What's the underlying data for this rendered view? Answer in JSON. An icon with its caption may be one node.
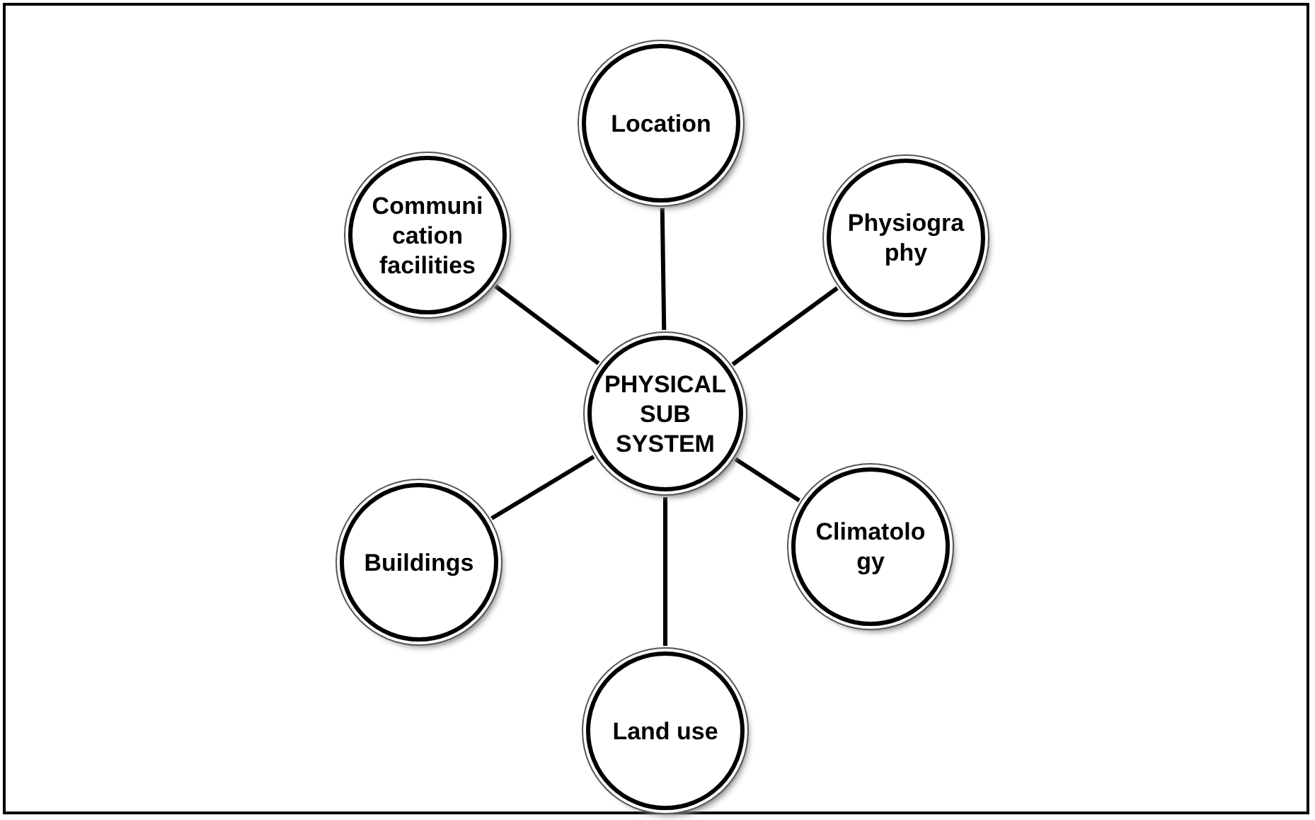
{
  "diagram": {
    "nodes": [
      {
        "text": [
          "PHYSICAL SUB SYSTEM"
        ]
      },
      {
        "text": [
          "Location"
        ]
      },
      {
        "text": [
          "Physiogra phy"
        ]
      },
      {
        "text": [
          "Climatolo gy"
        ]
      },
      {
        "text": [
          "Land use"
        ]
      },
      {
        "text": [
          "Buildings"
        ]
      },
      {
        "text": [
          "Communi cation facilities"
        ]
      }
    ],
    "edges": [
      {
        "from": 0,
        "to": 1,
        "arrow": "none"
      },
      {
        "from": 0,
        "to": 2,
        "arrow": "none"
      },
      {
        "from": 0,
        "to": 3,
        "arrow": "none"
      },
      {
        "from": 0,
        "to": 4,
        "arrow": "none"
      },
      {
        "from": 0,
        "to": 5,
        "arrow": "none"
      },
      {
        "from": 0,
        "to": 6,
        "arrow": "none"
      }
    ]
  }
}
